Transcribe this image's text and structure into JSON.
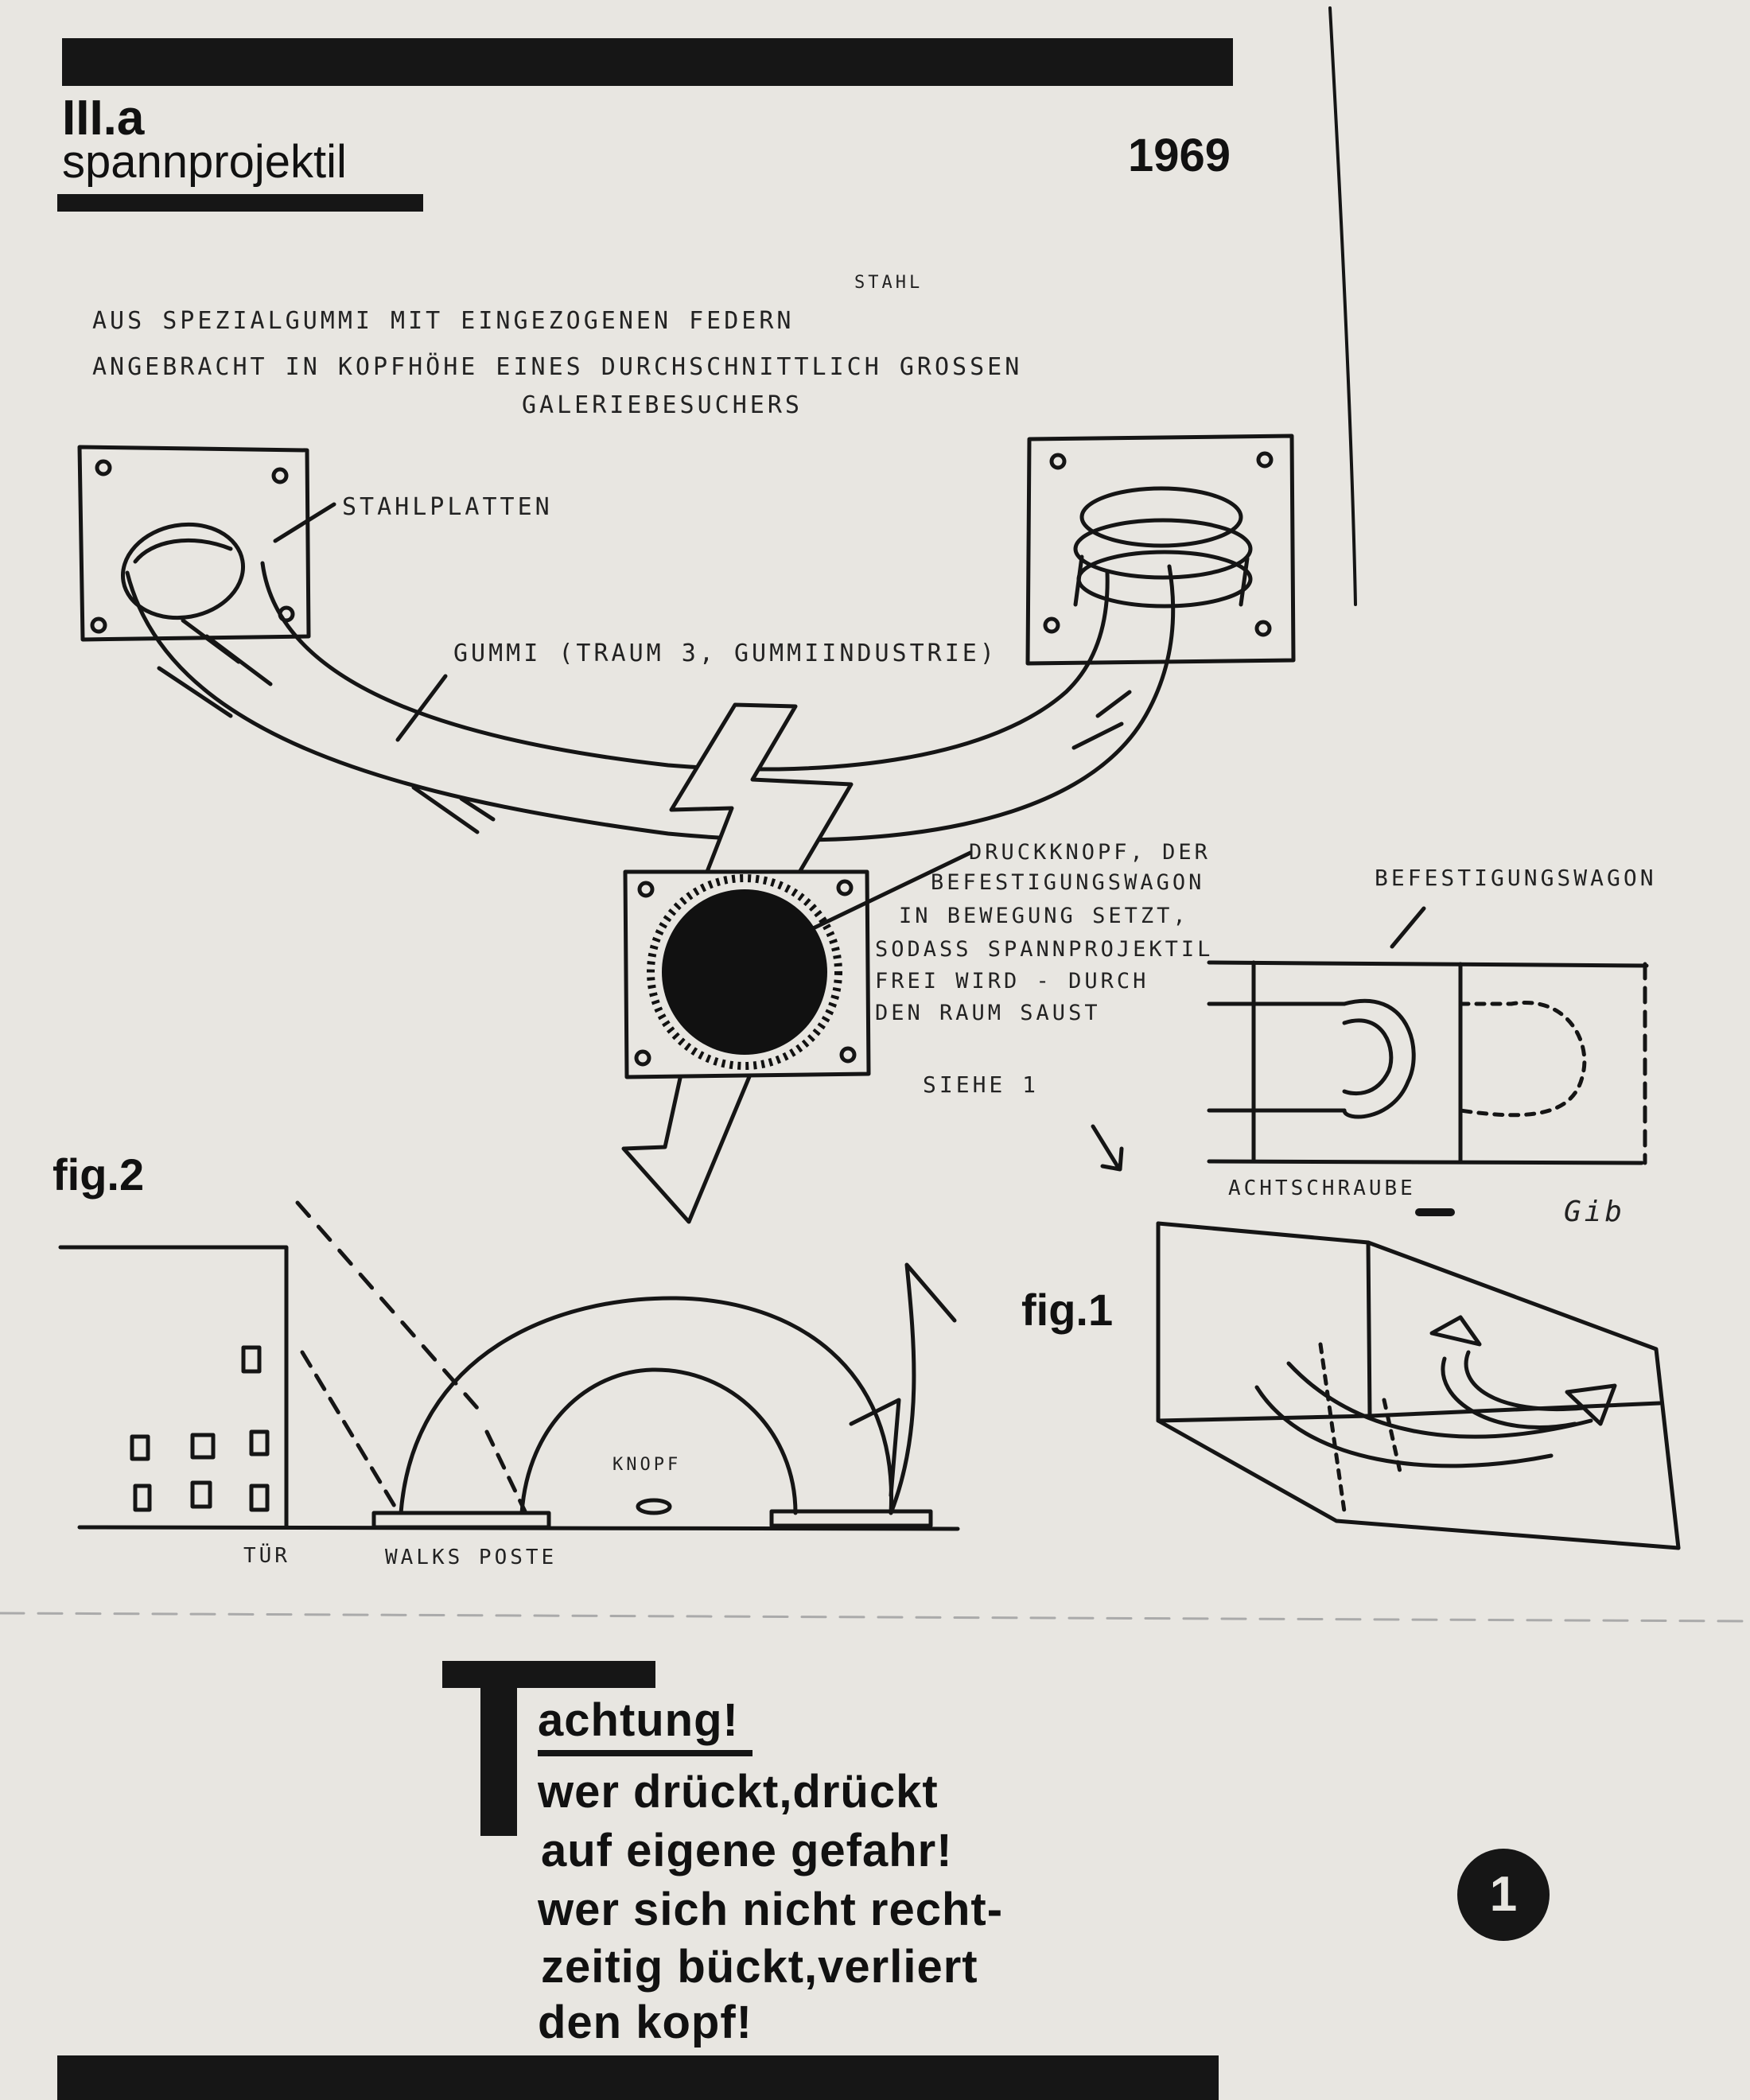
{
  "header": {
    "number": "III.a",
    "title": "spannprojektil",
    "year": "1969"
  },
  "notes": {
    "stahl": "STAHL",
    "desc_line1": "AUS SPEZIALGUMMI MIT EINGEZOGENEN FEDERN",
    "desc_line2": "ANGEBRACHT IN KOPFHÖHE EINES DURCHSCHNITTLICH GROSSEN",
    "desc_line3": "GALERIEBESUCHERS",
    "stahlplatten": "STAHLPLATTEN",
    "gummi": "GUMMI (TRAUM 3, GUMMIINDUSTRIE)",
    "druckknopf_line1": "DRUCKKNOPF, DER",
    "druckknopf_line2": "BEFESTIGUNGSWAGON",
    "druckknopf_line3": "IN BEWEGUNG SETZT,",
    "druckknopf_line4": "SODASS SPANNPROJEKTIL",
    "druckknopf_line5": "FREI WIRD - DURCH",
    "druckknopf_line6": "DEN RAUM SAUST",
    "befestigungswagon": "BEFESTIGUNGSWAGON",
    "siehe": "SIEHE 1",
    "achtschraube": "ACHTSCHRAUBE",
    "sig": "Gib"
  },
  "figures": {
    "fig2": "fig.2",
    "fig1": "fig.1",
    "tur": "TÜR",
    "wand": "WALKS POSTE",
    "knopf": "KNOPF"
  },
  "warning": {
    "heading": "achtung!",
    "line1": "wer drückt,drückt",
    "line2": "auf eigene gefahr!",
    "line3": "wer sich nicht recht-",
    "line4": "zeitig bückt,verliert",
    "line5": "den kopf!"
  },
  "page_number": "1"
}
